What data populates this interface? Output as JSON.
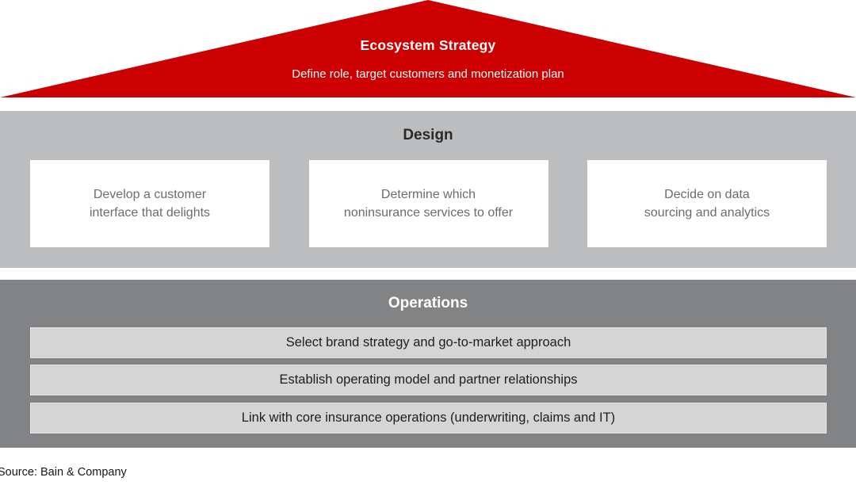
{
  "colors": {
    "brand_red": "#CC0000",
    "band_light_gray": "#BBBDBF",
    "band_dark_gray": "#818385",
    "bar_gray": "#D5D5D6",
    "card_text_gray": "#6B6B6B",
    "title_dark": "#2A2A2A",
    "bar_text_dark": "#1E1E1E"
  },
  "roof": {
    "title": "Ecosystem Strategy",
    "subtitle": "Define role, target customers and monetization plan"
  },
  "design": {
    "title": "Design",
    "cards": [
      {
        "lines": [
          "Develop a customer",
          "interface that delights"
        ]
      },
      {
        "lines": [
          "Determine which",
          "noninsurance services to offer"
        ]
      },
      {
        "lines": [
          "Decide on data",
          "sourcing and analytics"
        ]
      }
    ]
  },
  "operations": {
    "title": "Operations",
    "bars": [
      {
        "text": "Select brand strategy and go-to-market approach"
      },
      {
        "text": "Establish operating model and partner relationships"
      },
      {
        "text": "Link with core insurance operations (underwriting, claims and IT)"
      }
    ]
  },
  "footer": {
    "source": "Source: Bain & Company"
  }
}
